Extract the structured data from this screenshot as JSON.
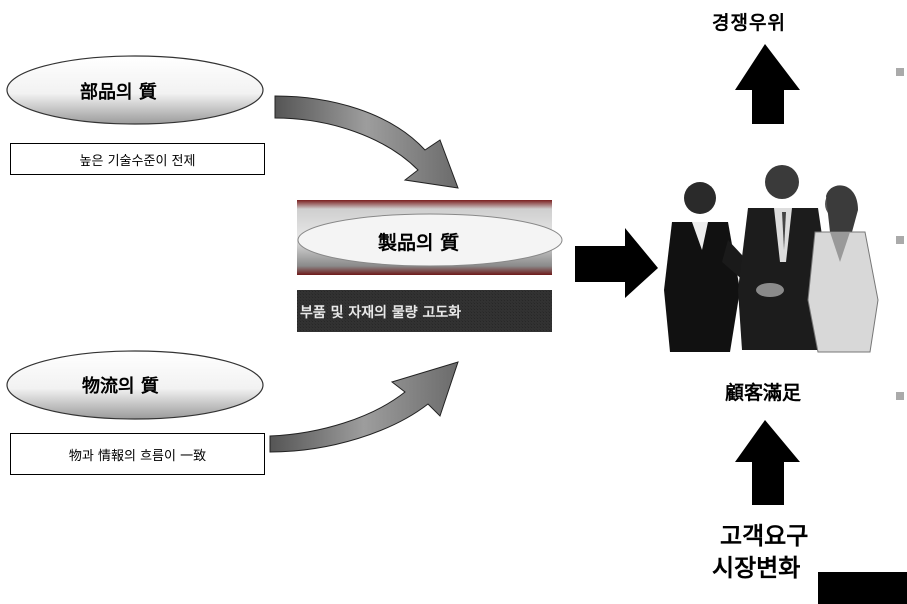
{
  "top_right_label": "경쟁우위",
  "left_top": {
    "ellipse_label": "部品의 質",
    "caption": "높은 기술수준이 전제"
  },
  "left_bottom": {
    "ellipse_label": "物流의 質",
    "caption": "物과 情報의 흐름이 一致"
  },
  "center": {
    "banner_label": "製品의 質",
    "sub_label": "부품 및 자재의 물량 고도화"
  },
  "right": {
    "center_label": "顧客滿足",
    "bottom_label_line1": "고객요구",
    "bottom_label_line2": "시장변화"
  },
  "colors": {
    "arrow_gray": "#7a7a7a",
    "black": "#000000",
    "banner_red": "#b03030",
    "banner_gray": "#9a9a9a"
  },
  "icons": [
    "people-handshake-illustration",
    "up-arrow-icon",
    "right-arrow-icon",
    "curved-arrow-icon"
  ]
}
